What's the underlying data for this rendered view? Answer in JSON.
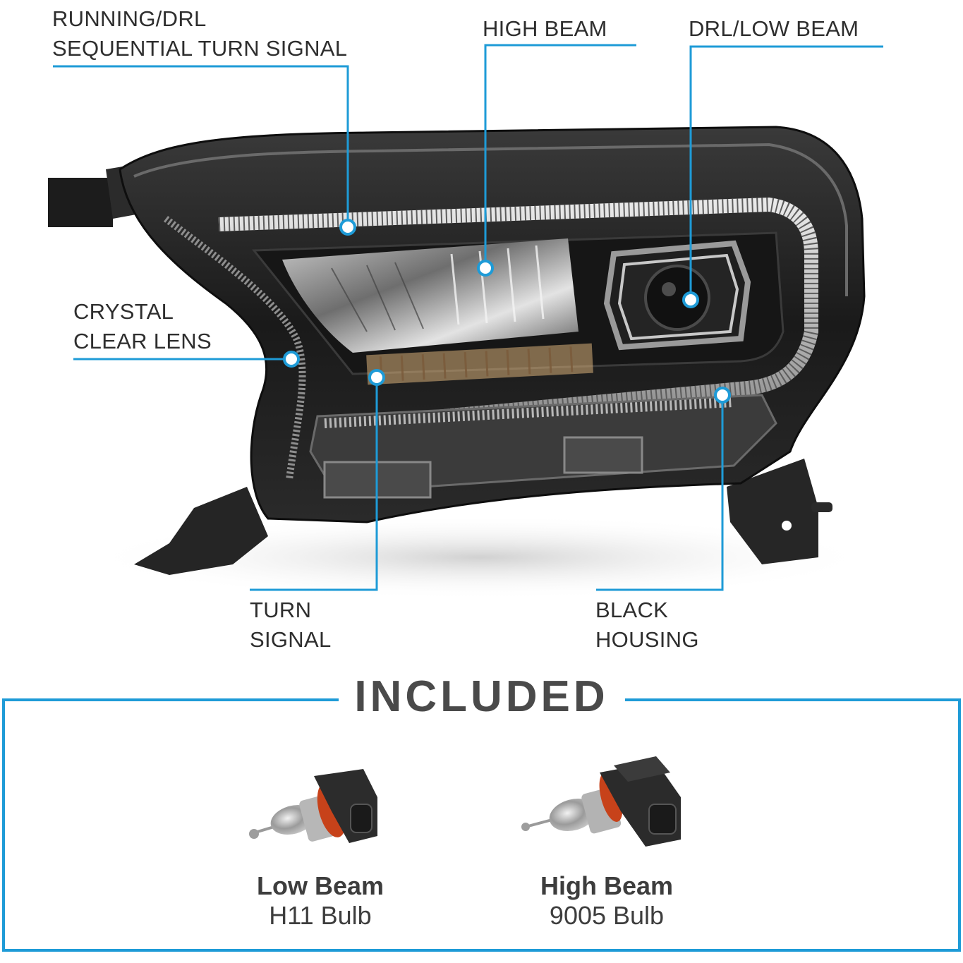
{
  "accent_color": "#1e9bd7",
  "callouts": {
    "running_drl": [
      "RUNNING/DRL",
      "SEQUENTIAL TURN SIGNAL"
    ],
    "high_beam": [
      "HIGH BEAM"
    ],
    "drl_low_beam": [
      "DRL/LOW BEAM"
    ],
    "crystal_lens": [
      "CRYSTAL",
      "CLEAR LENS"
    ],
    "turn_signal": [
      "TURN",
      "SIGNAL"
    ],
    "black_housing": [
      "BLACK",
      "HOUSING"
    ]
  },
  "included": {
    "title": "INCLUDED",
    "bulbs": [
      {
        "name": "Low Beam",
        "type": "H11 Bulb",
        "icon": "h11-bulb-icon"
      },
      {
        "name": "High Beam",
        "type": "9005 Bulb",
        "icon": "9005-bulb-icon"
      }
    ]
  }
}
